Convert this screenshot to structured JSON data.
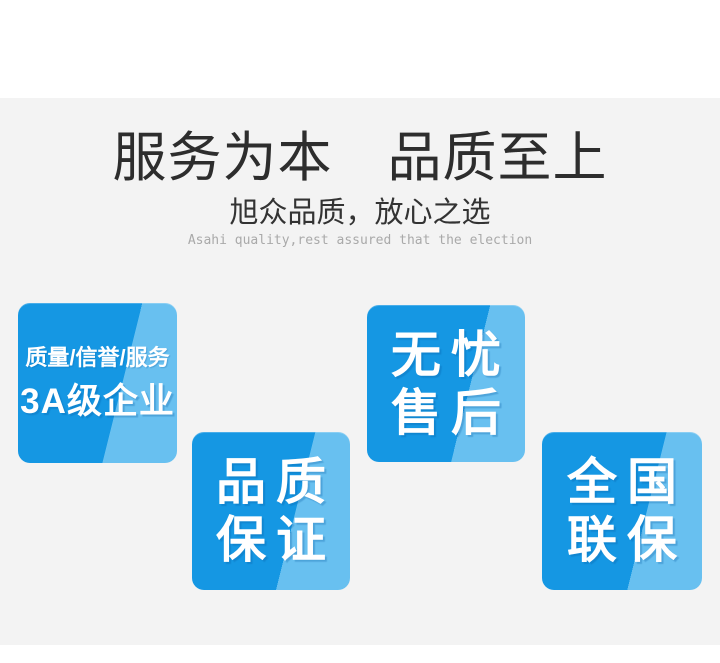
{
  "header": {
    "title": "服务为本　品质至上",
    "subtitle": "旭众品质，放心之选",
    "subtitle_en": "Asahi quality,rest assured that the election"
  },
  "colors": {
    "section_background": "#f3f3f3",
    "page_background": "#ffffff",
    "badge_dark_blue": "#1597e3",
    "badge_light_blue": "#68c0f0",
    "badge_text": "#ffffff",
    "title_text": "#2d2d2d",
    "subtitle_text": "#333333",
    "subtitle_en_text": "#a9a9a9"
  },
  "badges": [
    {
      "name": "3a-enterprise",
      "lines": [
        "质量/信誉/服务",
        "3A级企业"
      ]
    },
    {
      "name": "quality-guarantee",
      "lines": [
        "品质",
        "保证"
      ]
    },
    {
      "name": "worry-free-after-sales",
      "lines": [
        "无忧",
        "售后"
      ]
    },
    {
      "name": "nationwide-warranty",
      "lines": [
        "全国",
        "联保"
      ]
    }
  ]
}
